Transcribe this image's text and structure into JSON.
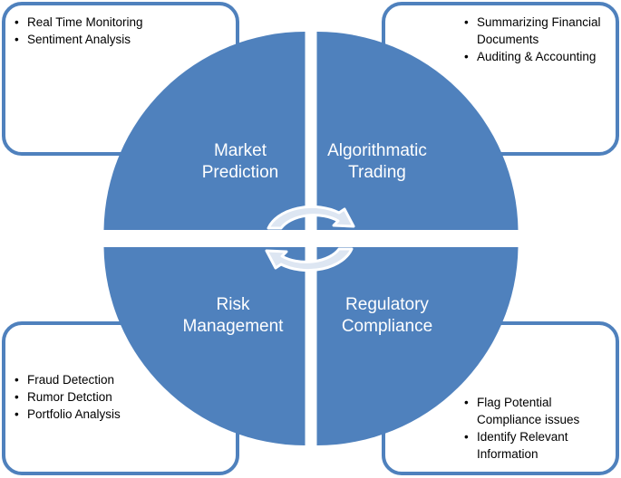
{
  "quadrants": [
    {
      "label_line1": "Market",
      "label_line2": "Prediction",
      "items": [
        "Real Time Monitoring",
        "Sentiment Analysis"
      ]
    },
    {
      "label_line1": "Algorithmatic",
      "label_line2": "Trading",
      "items": [
        "Summarizing Financial Documents",
        "Auditing & Accounting"
      ]
    },
    {
      "label_line1": "Risk",
      "label_line2": "Management",
      "items": [
        "Fraud Detection",
        "Rumor Detction",
        "Portfolio Analysis"
      ]
    },
    {
      "label_line1": "Regulatory",
      "label_line2": "Compliance",
      "items": [
        "Flag Potential Compliance issues",
        "Identify Relevant Information"
      ]
    }
  ],
  "colors": {
    "fill": "#4f81bd",
    "outline": "#4f81bd",
    "arrow_fill": "#dde6f2"
  }
}
